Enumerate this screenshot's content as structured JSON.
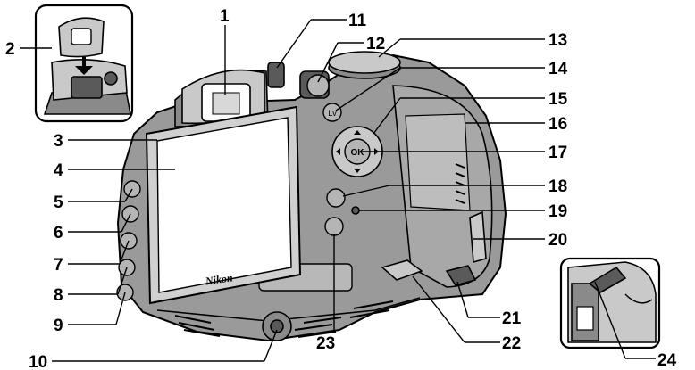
{
  "figure": {
    "brand_logo_text": "Nikon",
    "callouts": [
      "1",
      "2",
      "3",
      "4",
      "5",
      "6",
      "7",
      "8",
      "9",
      "10",
      "11",
      "12",
      "13",
      "14",
      "15",
      "16",
      "17",
      "18",
      "19",
      "20",
      "21",
      "22",
      "23",
      "24"
    ],
    "ok_label": "OK",
    "lv_label": "Lv"
  }
}
